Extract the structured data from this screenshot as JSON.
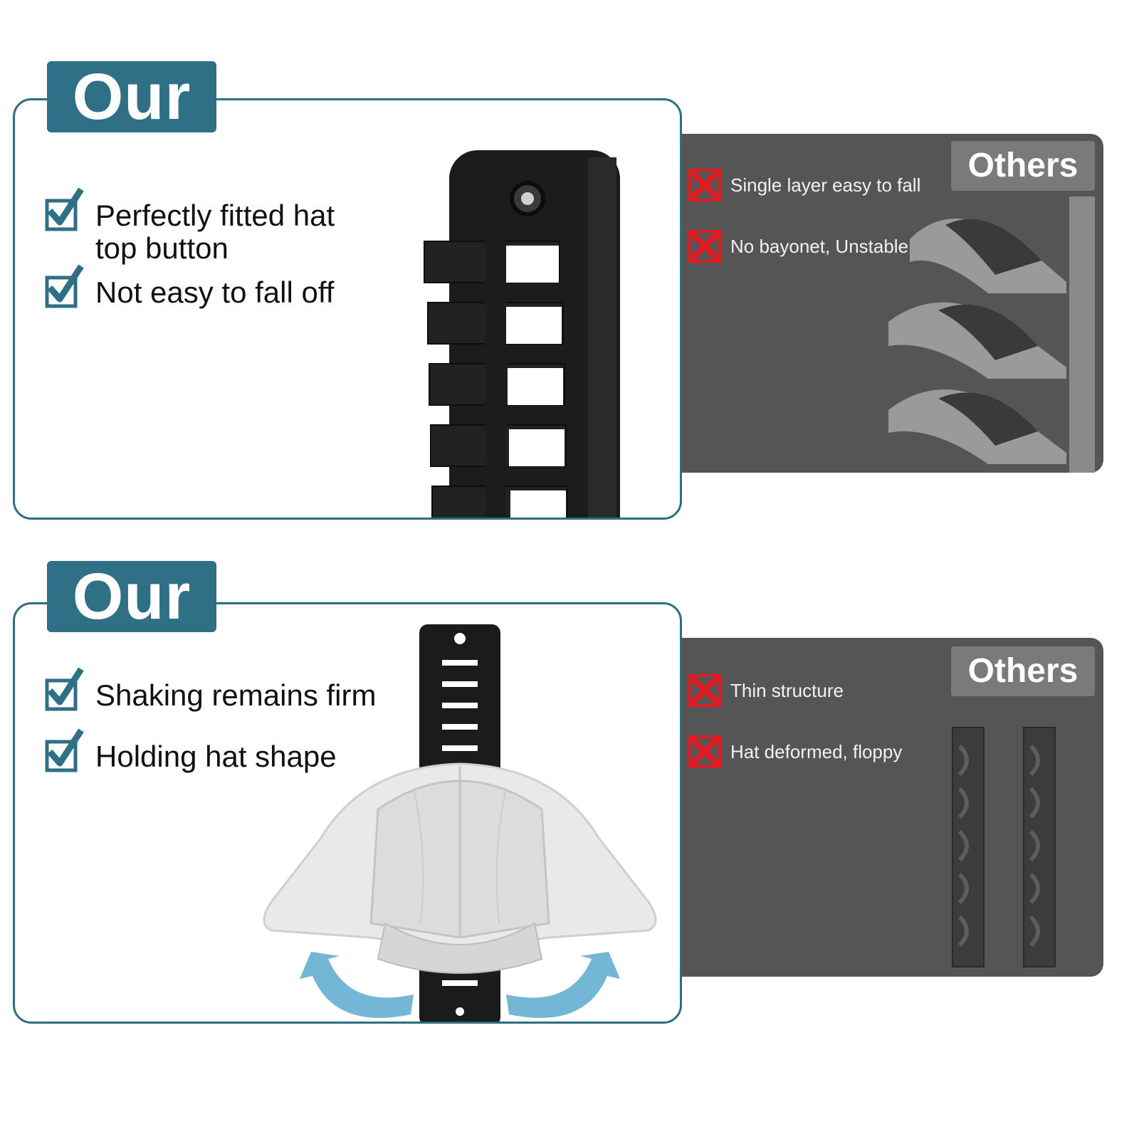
{
  "sections": [
    {
      "our_label": "Our",
      "features": [
        "Perfectly fitted hat top button",
        "Not easy to fall off"
      ],
      "others_label": "Others",
      "cons": [
        "Single layer easy to fall",
        "No bayonet, Unstable"
      ]
    },
    {
      "our_label": "Our",
      "features": [
        "Shaking remains firm",
        "Holding hat shape"
      ],
      "others_label": "Others",
      "cons": [
        "Thin structure",
        "Hat deformed, floppy"
      ]
    }
  ],
  "colors": {
    "teal": "#2f7087",
    "panel_gray": "#555555",
    "tab_gray": "#7a7a7a",
    "cross_red": "#e11b22"
  },
  "icons": {
    "check": "checkbox-check-icon",
    "cross": "red-cross-icon"
  }
}
